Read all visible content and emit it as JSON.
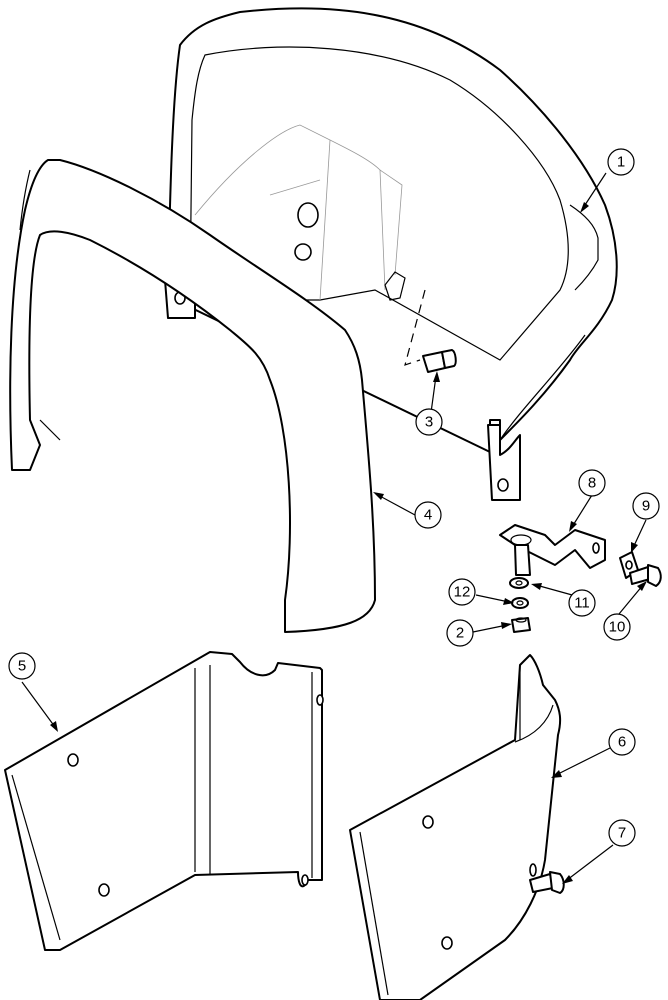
{
  "callouts": [
    {
      "id": "1",
      "label": "1"
    },
    {
      "id": "2",
      "label": "2"
    },
    {
      "id": "3",
      "label": "3"
    },
    {
      "id": "4",
      "label": "4"
    },
    {
      "id": "5",
      "label": "5"
    },
    {
      "id": "6",
      "label": "6"
    },
    {
      "id": "7",
      "label": "7"
    },
    {
      "id": "8",
      "label": "8"
    },
    {
      "id": "9",
      "label": "9"
    },
    {
      "id": "10",
      "label": "10"
    },
    {
      "id": "11",
      "label": "11"
    },
    {
      "id": "12",
      "label": "12"
    }
  ],
  "colors": {
    "line": "#000000",
    "fill": "#ffffff",
    "faint": "#999999"
  }
}
